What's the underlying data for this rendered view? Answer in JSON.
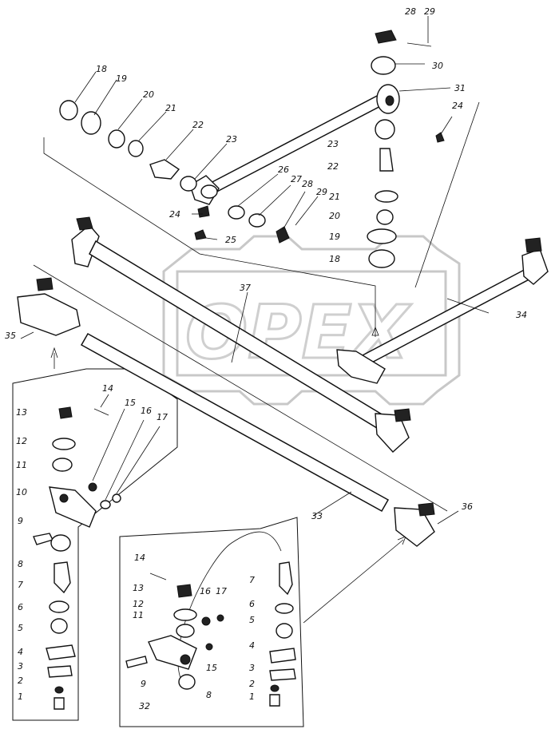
{
  "watermark": {
    "text": "OPEX"
  },
  "callouts": {
    "c28a": "28",
    "c29a": "29",
    "c30": "30",
    "c31": "31",
    "c24a": "24",
    "c18a": "18",
    "c19a": "19",
    "c20a": "20",
    "c21a": "21",
    "c22a": "22",
    "c23a": "23",
    "c23b": "23",
    "c22b": "22",
    "c21b": "21",
    "c20b": "20",
    "c19b": "19",
    "c18b": "18",
    "c24b": "24",
    "c25": "25",
    "c26": "26",
    "c27": "27",
    "c28b": "28",
    "c29b": "29",
    "c34": "34",
    "c35": "35",
    "c37": "37",
    "c33": "33",
    "c36": "36",
    "l13": "13",
    "l14": "14",
    "l15": "15",
    "l16": "16",
    "l17": "17",
    "l12": "12",
    "l11": "11",
    "l10": "10",
    "l9": "9",
    "l8": "8",
    "l7": "7",
    "l6": "6",
    "l5": "5",
    "l4": "4",
    "l3": "3",
    "l2": "2",
    "l1": "1",
    "r14": "14",
    "r13": "13",
    "r12": "12",
    "r11": "11",
    "r16": "16",
    "r17": "17",
    "r15": "15",
    "r9": "9",
    "r32": "32",
    "r8": "8",
    "r7": "7",
    "r6": "6",
    "r5": "5",
    "r4": "4",
    "r3": "3",
    "r2": "2",
    "r1": "1"
  }
}
